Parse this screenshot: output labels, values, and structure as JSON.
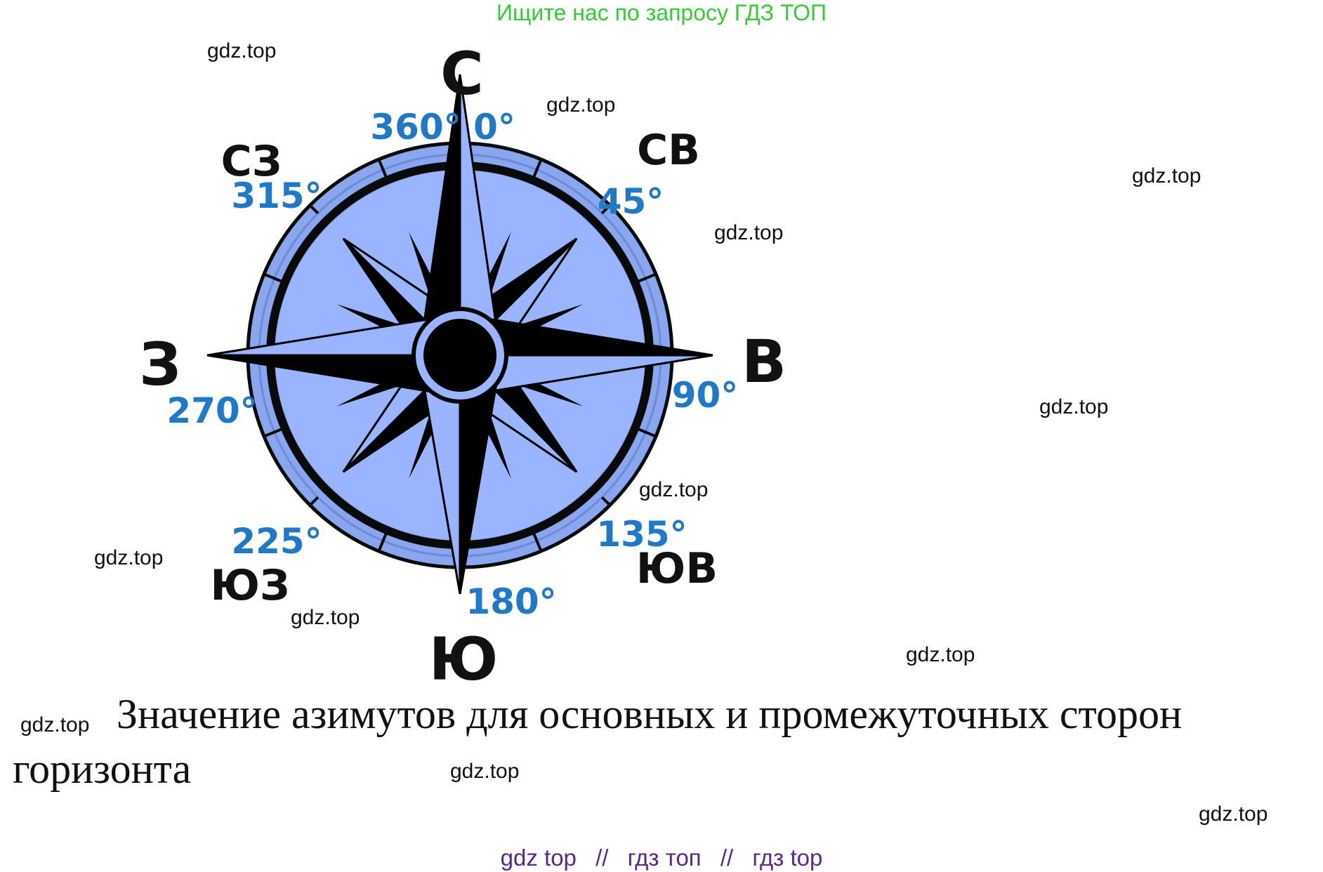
{
  "banner": "Ищите нас по запросу ГДЗ ТОП",
  "watermark": "gdz.top",
  "compass": {
    "directions": {
      "n": "С",
      "ne": "СВ",
      "e": "В",
      "se": "ЮВ",
      "s": "Ю",
      "sw": "ЮЗ",
      "w": "З",
      "nw": "СЗ"
    },
    "degrees": {
      "n360": "360°",
      "n0": "0°",
      "ne": "45°",
      "e": "90°",
      "se": "135°",
      "s": "180°",
      "sw": "225°",
      "w": "270°",
      "nw": "315°"
    },
    "colors": {
      "face": "#9ab4ff",
      "ring": "#0a0a0a",
      "star": "#000000",
      "degree_text": "#1f78c8"
    }
  },
  "caption": {
    "line1": "Значение азимутов для основных и промежуточных сторон",
    "line2": "горизонта"
  },
  "footer": {
    "link1": "gdz top",
    "link2": "гдз топ",
    "link3": "гдз top",
    "separator": "//"
  }
}
